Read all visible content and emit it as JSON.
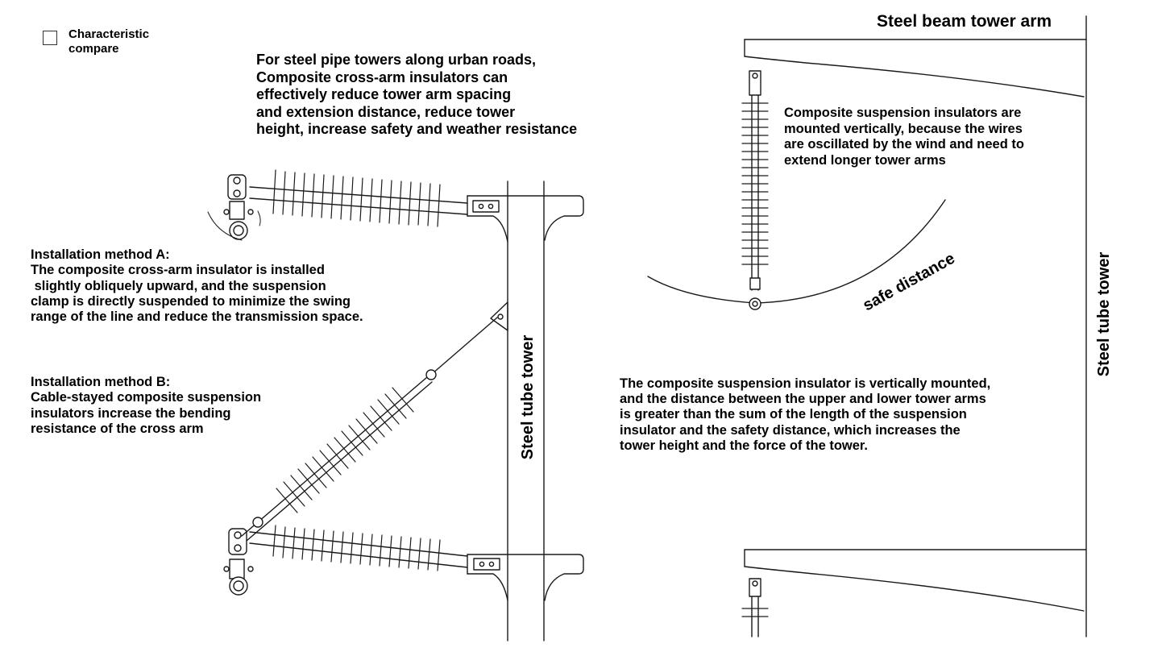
{
  "legend": {
    "checkbox_label": "Characteristic\ncompare"
  },
  "intro_text": "For steel pipe towers along urban roads,\nComposite cross-arm insulators can\neffectively reduce tower arm spacing\nand extension distance, reduce tower\nheight, increase safety and weather resistance",
  "method_a": "Installation method A:\nThe composite cross-arm insulator is installed\n slightly obliquely upward, and the suspension\nclamp is directly suspended to minimize the swing\nrange of the line and reduce the transmission space.",
  "method_b": "Installation method B:\nCable-stayed composite suspension\ninsulators increase the bending\nresistance of the cross arm",
  "left_tower_label": "Steel tube tower",
  "right_panel": {
    "beam_title": "Steel beam tower arm",
    "suspension_note": "Composite suspension insulators are\nmounted vertically, because the wires\nare oscillated by the wind and need to\nextend longer tower arms",
    "safe_distance_label": "safe distance",
    "bottom_note": "The composite suspension insulator is vertically mounted,\nand the distance between the upper and lower tower arms\nis greater than the sum of the length of the suspension\ninsulator and the safety distance, which increases the\ntower height and the force of the tower.",
    "tower_label": "Steel tube tower"
  },
  "colors": {
    "line": "#1a1a1a",
    "fill": "#ffffff"
  }
}
